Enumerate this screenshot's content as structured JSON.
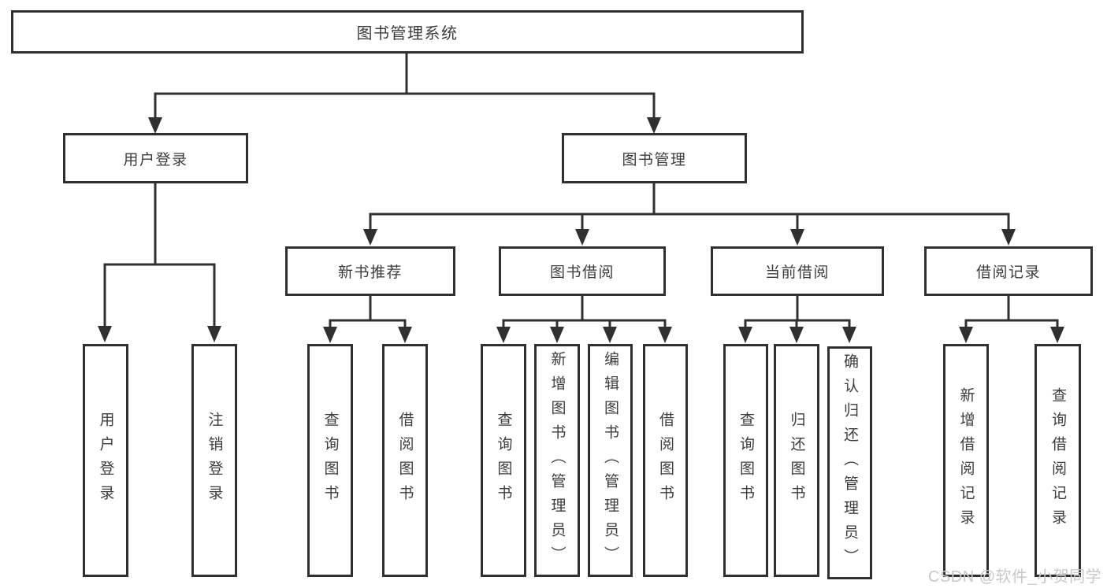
{
  "page": {
    "background_color": "#ffffff",
    "line_color": "#303030",
    "box_border_color": "#303030",
    "text_color": "#3c3c3c"
  },
  "watermark": {
    "text": "CSDN @软件_小贺同学",
    "color": "#c8c8c8"
  },
  "diagram": {
    "type": "hierarchy-tree",
    "title": "图书管理系统",
    "nodes": {
      "root": {
        "label": "图书管理系统"
      },
      "user_login": {
        "label": "用户登录"
      },
      "book_mgmt": {
        "label": "图书管理"
      },
      "new_book_rec": {
        "label": "新书推荐"
      },
      "book_borrow": {
        "label": "图书借阅"
      },
      "current_borrow": {
        "label": "当前借阅"
      },
      "borrow_record": {
        "label": "借阅记录"
      },
      "login_user": {
        "label": "用户登录"
      },
      "login_logout": {
        "label": "注销登录"
      },
      "rec_query": {
        "label": "查询图书"
      },
      "rec_borrow": {
        "label": "借阅图书"
      },
      "bb_query": {
        "label": "查询图书"
      },
      "bb_add": {
        "label": "新增图书（管理员）"
      },
      "bb_edit": {
        "label": "编辑图书（管理员）"
      },
      "bb_borrow": {
        "label": "借阅图书"
      },
      "cb_query": {
        "label": "查询图书"
      },
      "cb_return": {
        "label": "归还图书"
      },
      "cb_confirm": {
        "label": "确认归还（管理员）"
      },
      "br_add": {
        "label": "新增借阅记录"
      },
      "br_query": {
        "label": "查询借阅记录"
      }
    },
    "edges": [
      {
        "from": "root",
        "to": "user_login"
      },
      {
        "from": "root",
        "to": "book_mgmt"
      },
      {
        "from": "user_login",
        "to": "login_user"
      },
      {
        "from": "user_login",
        "to": "login_logout"
      },
      {
        "from": "book_mgmt",
        "to": "new_book_rec"
      },
      {
        "from": "book_mgmt",
        "to": "book_borrow"
      },
      {
        "from": "book_mgmt",
        "to": "current_borrow"
      },
      {
        "from": "book_mgmt",
        "to": "borrow_record"
      },
      {
        "from": "new_book_rec",
        "to": "rec_query"
      },
      {
        "from": "new_book_rec",
        "to": "rec_borrow"
      },
      {
        "from": "book_borrow",
        "to": "bb_query"
      },
      {
        "from": "book_borrow",
        "to": "bb_add"
      },
      {
        "from": "book_borrow",
        "to": "bb_edit"
      },
      {
        "from": "book_borrow",
        "to": "bb_borrow"
      },
      {
        "from": "current_borrow",
        "to": "cb_query"
      },
      {
        "from": "current_borrow",
        "to": "cb_return"
      },
      {
        "from": "current_borrow",
        "to": "cb_confirm"
      },
      {
        "from": "borrow_record",
        "to": "br_add"
      },
      {
        "from": "borrow_record",
        "to": "br_query"
      }
    ]
  }
}
